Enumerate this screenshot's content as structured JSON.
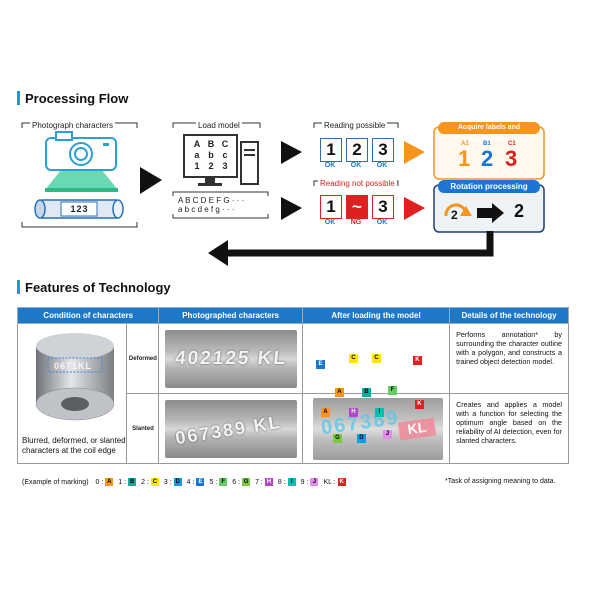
{
  "processing": {
    "title": "Processing Flow",
    "photograph_label": "Photograph characters",
    "camera_reading": "123",
    "load_model_label": "Load model",
    "model_screen": [
      [
        "A",
        "B",
        "C"
      ],
      [
        "a",
        "b",
        "c"
      ],
      [
        "1",
        "2",
        "3"
      ]
    ],
    "model_rows": [
      "A B C D E F G · · ·",
      "a b c d e f g · · ·"
    ],
    "reading_possible_label": "Reading possible",
    "reading_possible_digits": [
      "1",
      "2",
      "3"
    ],
    "reading_possible_status": [
      "OK",
      "OK",
      "OK"
    ],
    "reading_not_possible_label": "Reading not possible",
    "reading_not_possible_digits": [
      "1",
      "~",
      "3"
    ],
    "reading_not_possible_status": [
      "OK",
      "NG",
      "OK"
    ],
    "acquire_title": "Acquire labels and coordinates",
    "acquire_tags": [
      "A1",
      "B1",
      "C1"
    ],
    "acquire_digits": [
      "1",
      "2",
      "3"
    ],
    "rotation_title": "Rotation processing",
    "rotation_result": "2"
  },
  "features": {
    "title": "Features of Technology",
    "headers": [
      "Condition of characters",
      "Photographed characters",
      "After loading the model",
      "Details of the technology"
    ],
    "coil_label": "Blurred, deformed, or slanted characters at the coil edge",
    "coil_text": "0671KL",
    "rows": [
      {
        "condition": "Deformed",
        "photo_text": "402125 KL",
        "markers": [
          "E",
          "C",
          "C",
          "K",
          "A",
          "B",
          "F"
        ],
        "details": "Performs annotation* by surrounding the character outline with a polygon, and constructs a trained object detection model."
      },
      {
        "condition": "Slanted",
        "photo_text": "067389 KL",
        "markers": [
          "A",
          "H",
          "I",
          "K",
          "G",
          "D",
          "J"
        ],
        "details": "Creates and applies a model with a function for selecting the optimum angle based on the reliability of AI detection, even for slanted characters."
      }
    ]
  },
  "legend": {
    "prefix": "(Example of marking)",
    "items": [
      {
        "key": "0",
        "code": "A",
        "color": "#f7941d"
      },
      {
        "key": "1",
        "code": "B",
        "color": "#00b29c"
      },
      {
        "key": "2",
        "code": "C",
        "color": "#ffe600"
      },
      {
        "key": "3",
        "code": "D",
        "color": "#00a3e0"
      },
      {
        "key": "4",
        "code": "E",
        "color": "#1976d2"
      },
      {
        "key": "5",
        "code": "F",
        "color": "#66cc66"
      },
      {
        "key": "6",
        "code": "G",
        "color": "#7ac943"
      },
      {
        "key": "7",
        "code": "H",
        "color": "#b046c8"
      },
      {
        "key": "8",
        "code": "I",
        "color": "#00bfae"
      },
      {
        "key": "9",
        "code": "J",
        "color": "#e58cf0"
      },
      {
        "key": "KL",
        "code": "K",
        "color": "#e02020"
      }
    ],
    "footnote": "*Task of assigning meaning to data."
  }
}
